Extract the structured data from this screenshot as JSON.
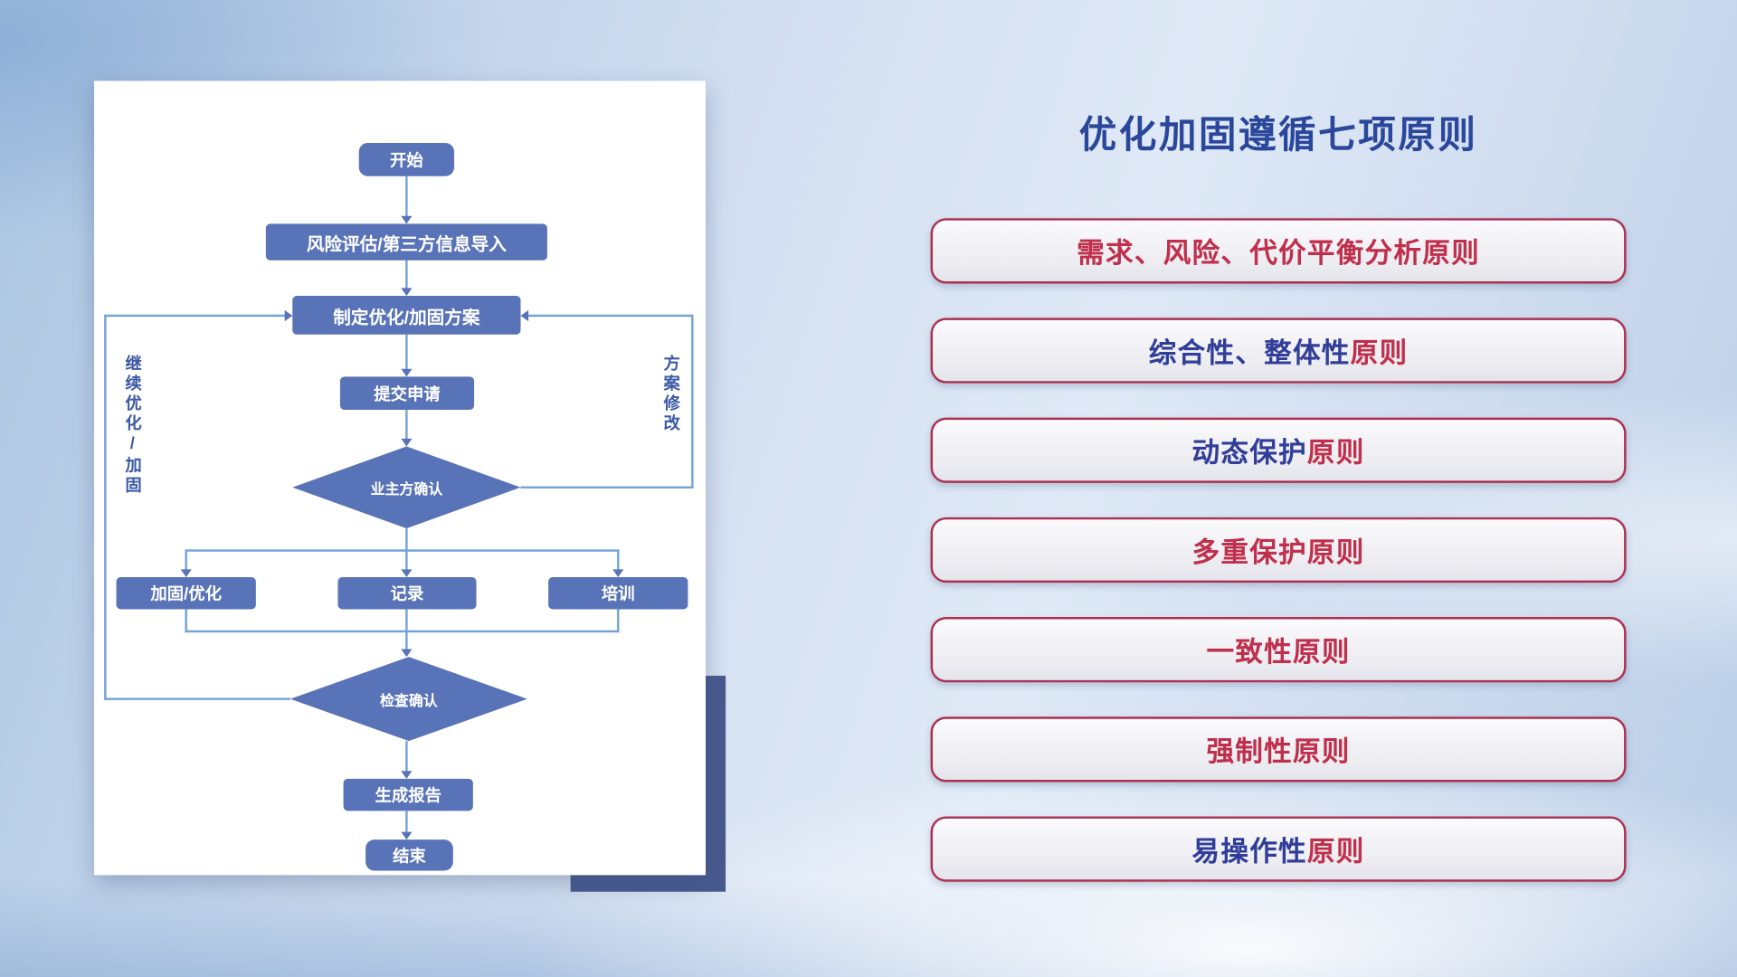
{
  "title": "优化加固遵循七项原则",
  "flowchart": {
    "nodes": {
      "start": "开始",
      "risk": "风险评估/第三方信息导入",
      "plan": "制定优化/加固方案",
      "submit": "提交申请",
      "owner_confirm": "业主方确认",
      "reinforce": "加固/优化",
      "record": "记录",
      "training": "培训",
      "check_confirm": "检查确认",
      "report": "生成报告",
      "end": "结束"
    },
    "labels": {
      "left_loop": "继续优化/加固",
      "right_loop": "方案修改"
    }
  },
  "principles": [
    {
      "segments": [
        {
          "text": "需求、风险、代价平衡分析原则",
          "color": "red"
        }
      ]
    },
    {
      "segments": [
        {
          "text": "综合性、整体性",
          "color": "blue"
        },
        {
          "text": "原则",
          "color": "red"
        }
      ]
    },
    {
      "segments": [
        {
          "text": "动态保护",
          "color": "blue"
        },
        {
          "text": "原则",
          "color": "red"
        }
      ]
    },
    {
      "segments": [
        {
          "text": "多重保护原则",
          "color": "red"
        }
      ]
    },
    {
      "segments": [
        {
          "text": "一致性原则",
          "color": "red"
        }
      ]
    },
    {
      "segments": [
        {
          "text": "强制性原则",
          "color": "red"
        }
      ]
    },
    {
      "segments": [
        {
          "text": "易操作性",
          "color": "blue"
        },
        {
          "text": "原则",
          "color": "red"
        }
      ]
    }
  ],
  "colors": {
    "title": "#2B479B",
    "principle_red": "#C02F4C",
    "principle_blue": "#303E99",
    "principle_border": "#AC3150",
    "node_fill": "#5873B7",
    "line": "#74A3D8",
    "side_label": "#3C5AA6",
    "accent_rect": "#47598F"
  }
}
